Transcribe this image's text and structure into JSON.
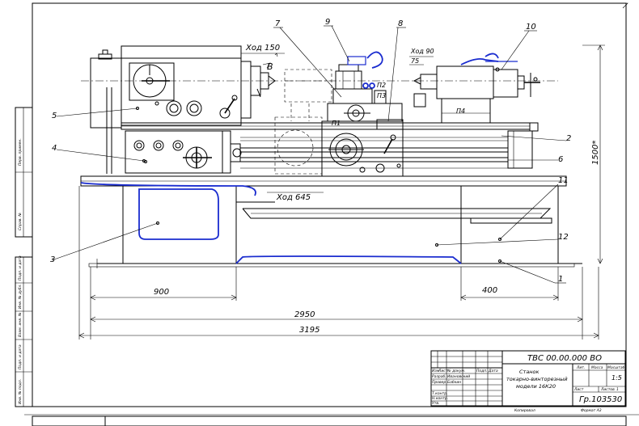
{
  "position_labels": [
    "1",
    "2",
    "3",
    "4",
    "5",
    "6",
    "7",
    "8",
    "9",
    "10",
    "11",
    "12"
  ],
  "travel_labels": {
    "carriage_travel": "Ход 645",
    "cross_slide_travel": "Ход 150",
    "tailstock_travel": "Ход 90",
    "tailstock_label": "75"
  },
  "view_label": "B",
  "motion_labels": {
    "pi1": "П1",
    "pi2": "П2",
    "pi3": "П3",
    "pi4": "П4"
  },
  "dimensions": {
    "d900": "900",
    "d400": "400",
    "d2950": "2950",
    "d3195": "3195",
    "d1500": "1500*"
  },
  "title_block": {
    "designation": "ТВС 00.00.000 ВО",
    "title_line1": "Станок",
    "title_line2": "токарно-винторезный",
    "title_line3": "модели 16К20",
    "group": "Гр.103530",
    "col_lit": "Лит.",
    "col_mass": "Масса",
    "col_scale": "Масштаб",
    "scale_value": "1:5",
    "sheet": "Лист",
    "sheets": "Листов",
    "sheets_value": "1",
    "row_izm": "Изм",
    "row_list": "Лист",
    "row_doc": "№ докум.",
    "row_sign": "Подп.",
    "row_date": "Дата",
    "role_dev": "Разраб.",
    "role_check": "Провер.",
    "role_tcontrol": "Т.контр.",
    "role_ncontrol": "Н.контр.",
    "role_approve": "Утв.",
    "dev_name": "Ивановский",
    "check_name": "Бабкин"
  },
  "footer": {
    "copied": "Копировал",
    "format": "Формат A3"
  },
  "side_stamp": {
    "s1": "Перв. примен.",
    "s2": "Справ. №",
    "s3": "Подп. и дата",
    "s4": "Инв. № дубл.",
    "s5": "Взам. инв. №",
    "s6": "Подп. и дата",
    "s7": "Инв. № подл."
  }
}
